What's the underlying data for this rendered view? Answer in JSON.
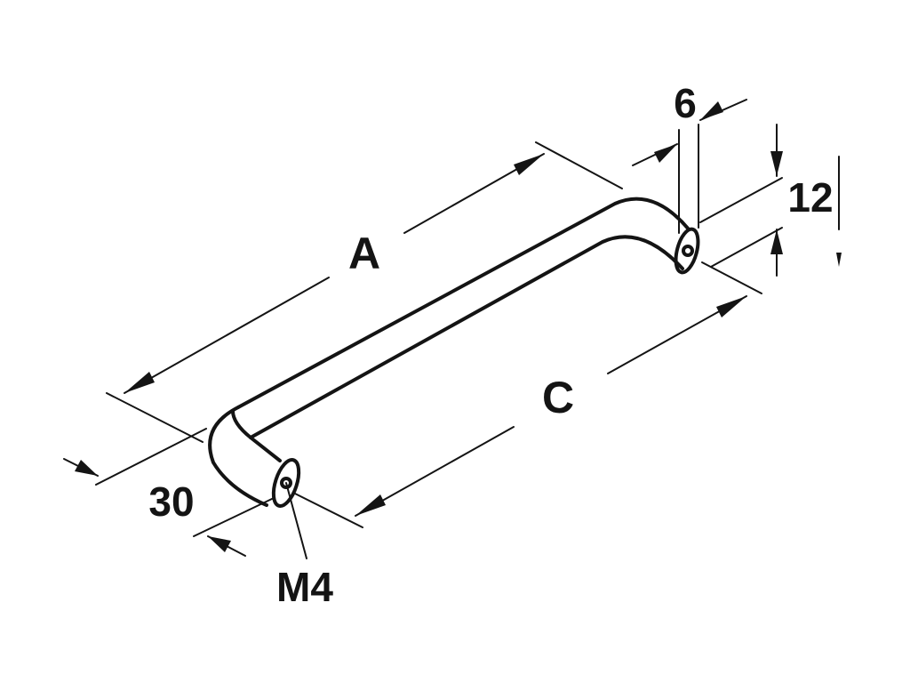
{
  "labels": {
    "a": "A",
    "c": "C",
    "thread": "M4",
    "projection": "30",
    "diameter": "6",
    "width": "12"
  },
  "colors": {
    "ink": "#141414",
    "background": "#ffffff"
  }
}
